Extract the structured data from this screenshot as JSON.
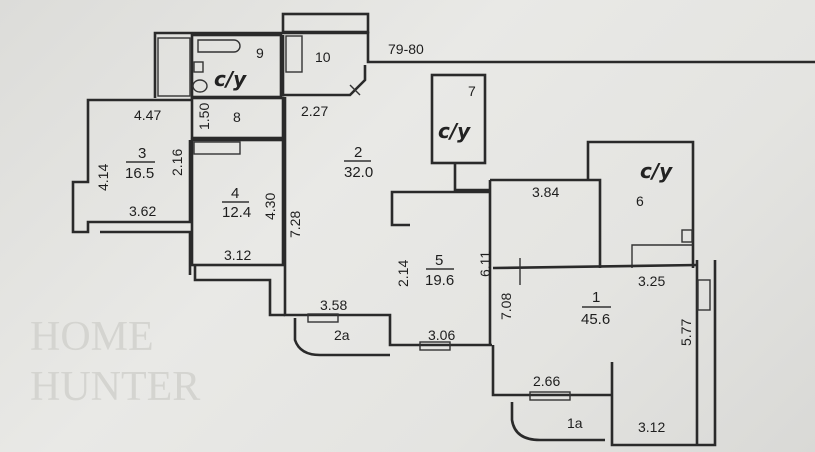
{
  "watermark": {
    "line1": "HOME",
    "line2": "HUNTER"
  },
  "stair_label": "79-80",
  "rooms": [
    {
      "number": "1",
      "area": "45.6"
    },
    {
      "number": "2",
      "area": "32.0"
    },
    {
      "number": "3",
      "area": "16.5"
    },
    {
      "number": "4",
      "area": "12.4"
    },
    {
      "number": "5",
      "area": "19.6"
    },
    {
      "number": "6",
      "mark": "c/y"
    },
    {
      "number": "7",
      "mark": "c/y"
    },
    {
      "number": "8"
    },
    {
      "number": "9",
      "mark": "c/y"
    },
    {
      "number": "10"
    },
    {
      "number": "1a"
    },
    {
      "number": "2a"
    }
  ],
  "dimensions": [
    "4.47",
    "1.50",
    "2.27",
    "4.14",
    "2.16",
    "3.62",
    "4.30",
    "7.28",
    "3.12",
    "3.58",
    "2.14",
    "6.11",
    "7.08",
    "3.06",
    "3.84",
    "3.25",
    "5.77",
    "2.66",
    "3.12"
  ]
}
